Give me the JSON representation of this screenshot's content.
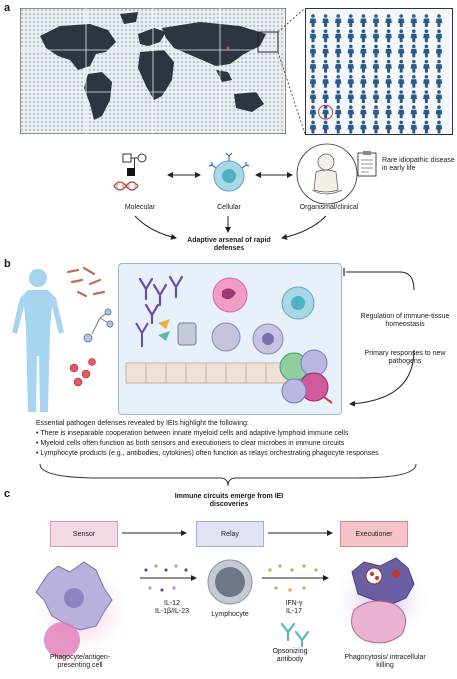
{
  "panels": {
    "a": "a",
    "b": "b",
    "c": "c"
  },
  "panel_a": {
    "levels": {
      "molecular": "Molecular",
      "cellular": "Cellular",
      "organismal": "Organismal/clinical"
    },
    "rare_disease": "Rare idiopathic disease in early life",
    "arsenal": "Adaptive arsenal of rapid defenses"
  },
  "panel_b": {
    "regulation": "Regulation of immune-tissue homeostasis",
    "primary": "Primary responses to new pathogens",
    "summary_intro": "Essential pathogen defenses revealed by IEIs highlight the following:",
    "bullets": [
      "• There is inseparable cooperation between innate myeloid cells and adaptive lymphoid immune cells",
      "• Myeloid cells often function as both sensors and executioners to clear microbes in immune circuits",
      "• Lymphocyte products (e.g., antibodies, cytokines) often function as relays orchestrating phagocyte responses"
    ]
  },
  "panel_c": {
    "title": "Immune circuits emerge from IEI discoveries",
    "sensor": "Sensor",
    "relay": "Relay",
    "executioner": "Executioner",
    "phagocyte": "Phagocyte/antigen-presenting cell",
    "cytokines_in": [
      "IL-12",
      "IL-1β/IL-23"
    ],
    "lymphocyte": "Lymphocyte",
    "cytokines_out": [
      "IFN-γ",
      "IL-17"
    ],
    "opsonizing": "Opsonizing antibody",
    "phagocytosis": "Phagocytosis/ intracellular killing"
  },
  "colors": {
    "sensor": "#f6d9e6",
    "relay": "#dfe3f3",
    "executioner": "#f6c4c8",
    "panel_b_bg": "#e8f0fb"
  }
}
